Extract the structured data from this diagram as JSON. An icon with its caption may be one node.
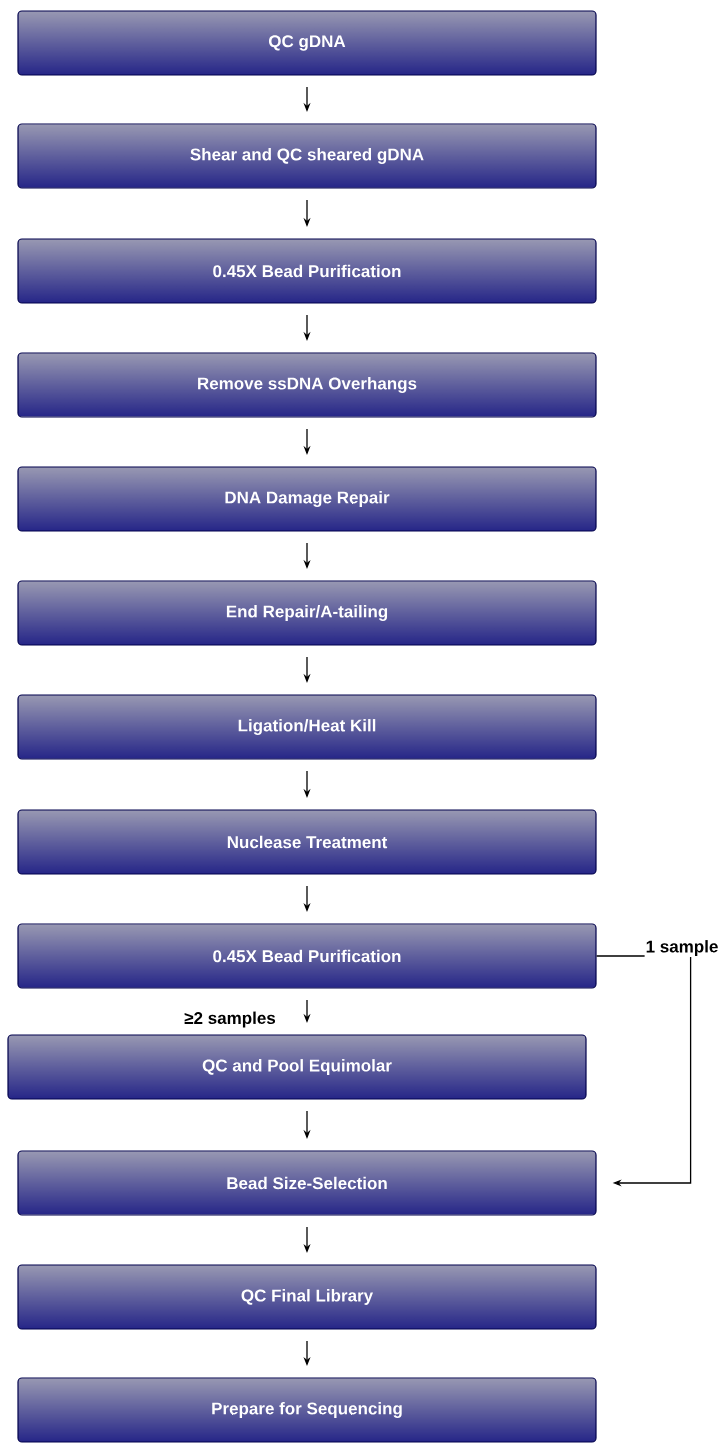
{
  "diagram": {
    "nodes": [
      {
        "text": [
          "QC gDNA"
        ]
      },
      {
        "text": [
          "Shear and QC sheared gDNA"
        ]
      },
      {
        "text": [
          "0.45X Bead Purification"
        ]
      },
      {
        "text": [
          "Remove ssDNA Overhangs"
        ]
      },
      {
        "text": [
          "DNA Damage Repair"
        ]
      },
      {
        "text": [
          "End Repair/A-tailing"
        ]
      },
      {
        "text": [
          "Ligation/Heat Kill"
        ]
      },
      {
        "text": [
          "Nuclease Treatment"
        ]
      },
      {
        "text": [
          "0.45X Bead Purification"
        ]
      },
      {
        "text": [
          "QC and Pool Equimolar"
        ]
      },
      {
        "text": [
          "Bead Size-Selection"
        ]
      },
      {
        "text": [
          "QC Final Library"
        ]
      },
      {
        "text": [
          "Prepare for Sequencing"
        ]
      }
    ],
    "edges": [
      {
        "from": 0,
        "to": 1,
        "arrow": "to"
      },
      {
        "from": 1,
        "to": 2,
        "arrow": "to"
      },
      {
        "from": 2,
        "to": 3,
        "arrow": "to"
      },
      {
        "from": 3,
        "to": 4,
        "arrow": "to"
      },
      {
        "from": 4,
        "to": 5,
        "arrow": "to"
      },
      {
        "from": 5,
        "to": 6,
        "arrow": "to"
      },
      {
        "from": 6,
        "to": 7,
        "arrow": "to"
      },
      {
        "from": 7,
        "to": 8,
        "arrow": "to"
      },
      {
        "from": 8,
        "to": 9,
        "arrow": "to",
        "label": "≥2 samples"
      },
      {
        "from": 9,
        "to": 10,
        "arrow": "to"
      },
      {
        "from": 8,
        "to": 10,
        "arrow": "to",
        "label": "1 sample"
      },
      {
        "from": 10,
        "to": 11,
        "arrow": "to"
      },
      {
        "from": 11,
        "to": 12,
        "arrow": "to"
      }
    ]
  }
}
